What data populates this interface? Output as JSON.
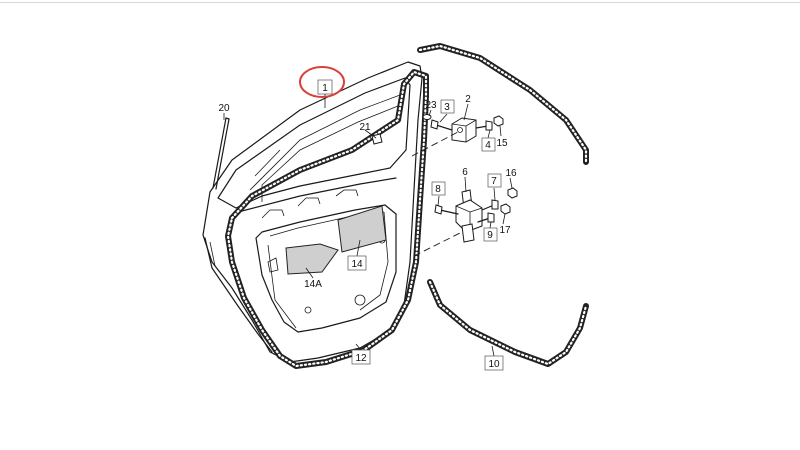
{
  "diagram": {
    "labels": {
      "door_panel": "1",
      "hinge_upper": "2",
      "bolt_upper": "3",
      "bolt_upper_right": "4",
      "hinge_lower": "6",
      "bolt_lower_right": "7",
      "bolt_lower_left": "8",
      "bolt_lower_front": "9",
      "body_seal": "10",
      "door_seal": "12",
      "sound_pad": "14",
      "sound_pad_a": "14A",
      "nut_upper": "15",
      "nut_lower_top": "16",
      "nut_lower": "17",
      "trim_strip": "20",
      "clip": "21",
      "plug": "23"
    },
    "highlight": {
      "target": "1",
      "color": "#d9403a"
    }
  }
}
